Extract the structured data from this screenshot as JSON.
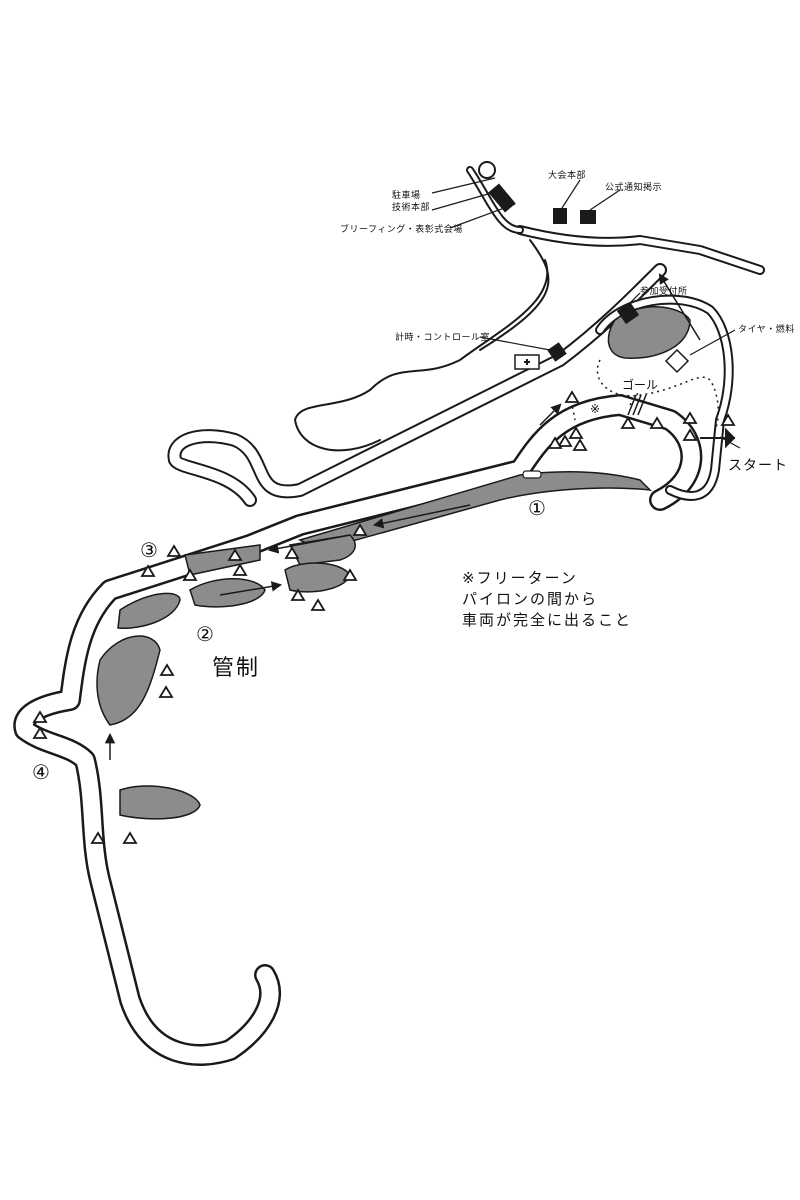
{
  "colors": {
    "ink": "#1a1a1a",
    "track": "#ffffff",
    "shade": "#8c8c8c",
    "paper": "#ffffff"
  },
  "labels": {
    "paddock": "駐車場",
    "tech": "技術本部",
    "briefing": "ブリーフィング・表彰式会場",
    "hq": "大会本部",
    "board": "公式通知掲示",
    "timing": "計時・コントロール室",
    "lobby": "参加受付所",
    "tire": "タイヤ・燃料",
    "goal": "ゴール",
    "start": "スタート",
    "kome": "※",
    "c1": "①",
    "c2": "②",
    "c3": "③",
    "c4": "④",
    "kanri": "管制"
  },
  "note": {
    "line1": "※フリーターン",
    "line2": "パイロンの間から",
    "line3": "車両が完全に出ること"
  },
  "icons": [
    "pylon-icon",
    "first-aid-icon",
    "start-flag-icon",
    "goal-arrow-icon"
  ]
}
